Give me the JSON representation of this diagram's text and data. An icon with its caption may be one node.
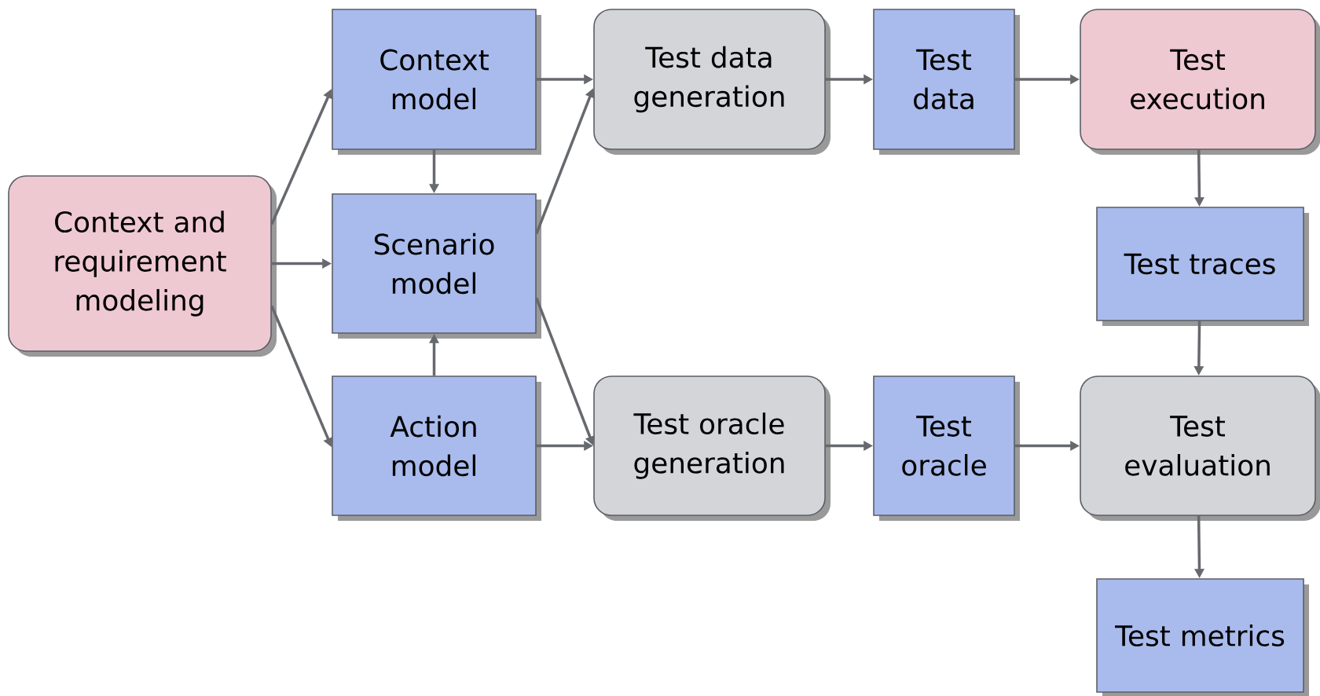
{
  "diagram": {
    "nodes": [
      {
        "text": [
          "Context and requirement modeling"
        ]
      },
      {
        "text": [
          "Context model"
        ]
      },
      {
        "text": [
          "Scenario model"
        ]
      },
      {
        "text": [
          "Action model"
        ]
      },
      {
        "text": [
          "Test data generation"
        ]
      },
      {
        "text": [
          "Test data"
        ]
      },
      {
        "text": [
          "Test execution"
        ]
      },
      {
        "text": [
          "Test traces"
        ]
      },
      {
        "text": [
          "Test oracle generation"
        ]
      },
      {
        "text": [
          "Test oracle"
        ]
      },
      {
        "text": [
          "Test evaluation"
        ]
      },
      {
        "text": [
          "Test metrics"
        ]
      }
    ],
    "edges": [
      {
        "from": 0,
        "to": 1,
        "arrow": "to"
      },
      {
        "from": 0,
        "to": 2,
        "arrow": "to"
      },
      {
        "from": 0,
        "to": 3,
        "arrow": "to"
      },
      {
        "from": 1,
        "to": 2,
        "arrow": "to"
      },
      {
        "from": 3,
        "to": 2,
        "arrow": "to"
      },
      {
        "from": 1,
        "to": 4,
        "arrow": "to"
      },
      {
        "from": 2,
        "to": 4,
        "arrow": "to"
      },
      {
        "from": 2,
        "to": 8,
        "arrow": "to"
      },
      {
        "from": 3,
        "to": 8,
        "arrow": "to"
      },
      {
        "from": 4,
        "to": 5,
        "arrow": "to"
      },
      {
        "from": 5,
        "to": 6,
        "arrow": "to"
      },
      {
        "from": 6,
        "to": 7,
        "arrow": "to"
      },
      {
        "from": 7,
        "to": 10,
        "arrow": "to"
      },
      {
        "from": 8,
        "to": 9,
        "arrow": "to"
      },
      {
        "from": 9,
        "to": 10,
        "arrow": "to"
      },
      {
        "from": 10,
        "to": 11,
        "arrow": "to"
      }
    ]
  }
}
